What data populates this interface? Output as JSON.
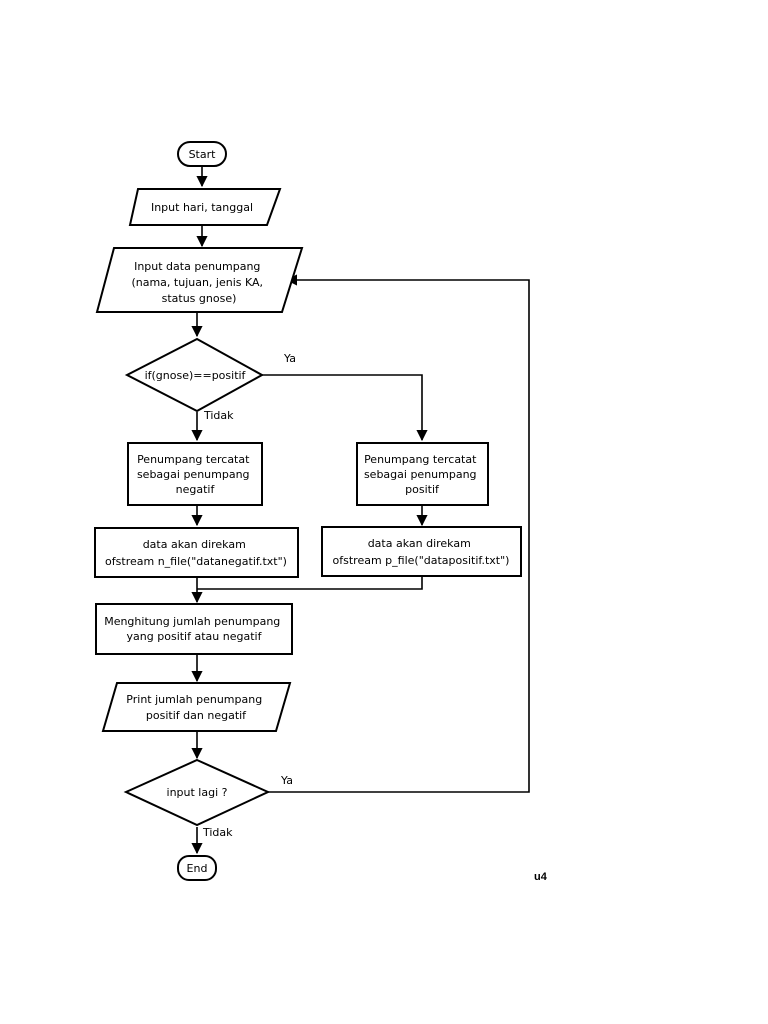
{
  "flowchart": {
    "start": "Start",
    "input_date": "Input hari, tanggal",
    "input_passenger": [
      "Input data penumpang",
      "(nama, tujuan, jenis KA,",
      "status gnose)"
    ],
    "decision_gnose": "if(gnose)==positif",
    "decision_gnose_yes": "Ya",
    "decision_gnose_no": "Tidak",
    "negative_record": [
      "Penumpang tercatat",
      "sebagai penumpang",
      "negatif"
    ],
    "positive_record": [
      "Penumpang tercatat",
      "sebagai penumpang",
      "positif"
    ],
    "negative_file": [
      "data akan direkam",
      "ofstream n_file(\"datanegatif.txt\")"
    ],
    "positive_file": [
      "data akan direkam",
      "ofstream p_file(\"datapositif.txt\")"
    ],
    "count": [
      "Menghitung jumlah penumpang",
      "yang positif atau negatif"
    ],
    "print": [
      "Print jumlah penumpang",
      "positif dan negatif"
    ],
    "decision_repeat": "input lagi ?",
    "decision_repeat_yes": "Ya",
    "decision_repeat_no": "Tidak",
    "end": "End"
  },
  "page_label": "u4"
}
